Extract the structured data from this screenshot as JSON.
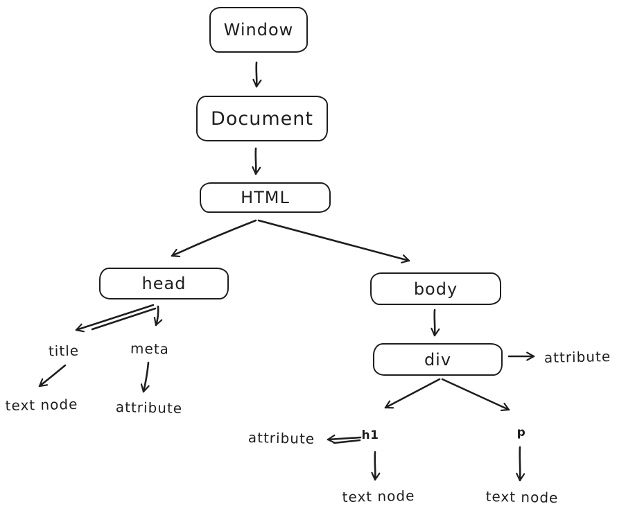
{
  "colors": {
    "stroke": "#1e1e1e",
    "background": "#ffffff"
  },
  "nodes": {
    "window": {
      "label": "Window"
    },
    "document": {
      "label": "Document"
    },
    "html": {
      "label": "HTML"
    },
    "head": {
      "label": "head"
    },
    "body": {
      "label": "body"
    },
    "div": {
      "label": "div"
    },
    "title": {
      "label": "title"
    },
    "meta": {
      "label": "meta"
    },
    "title_text": {
      "label": "text node"
    },
    "meta_attr": {
      "label": "attribute"
    },
    "div_attr": {
      "label": "attribute"
    },
    "h1": {
      "label": "h1"
    },
    "p": {
      "label": "p"
    },
    "h1_attr": {
      "label": "attribute"
    },
    "h1_text": {
      "label": "text node"
    },
    "p_text": {
      "label": "text node"
    }
  },
  "edges": [
    {
      "from": "Window",
      "to": "Document"
    },
    {
      "from": "Document",
      "to": "HTML"
    },
    {
      "from": "HTML",
      "to": "head"
    },
    {
      "from": "HTML",
      "to": "body"
    },
    {
      "from": "head",
      "to": "title"
    },
    {
      "from": "head",
      "to": "meta"
    },
    {
      "from": "title",
      "to": "text node"
    },
    {
      "from": "meta",
      "to": "attribute"
    },
    {
      "from": "body",
      "to": "div"
    },
    {
      "from": "div",
      "to": "attribute"
    },
    {
      "from": "div",
      "to": "h1"
    },
    {
      "from": "div",
      "to": "p"
    },
    {
      "from": "h1",
      "to": "attribute"
    },
    {
      "from": "h1",
      "to": "text node"
    },
    {
      "from": "p",
      "to": "text node"
    }
  ]
}
